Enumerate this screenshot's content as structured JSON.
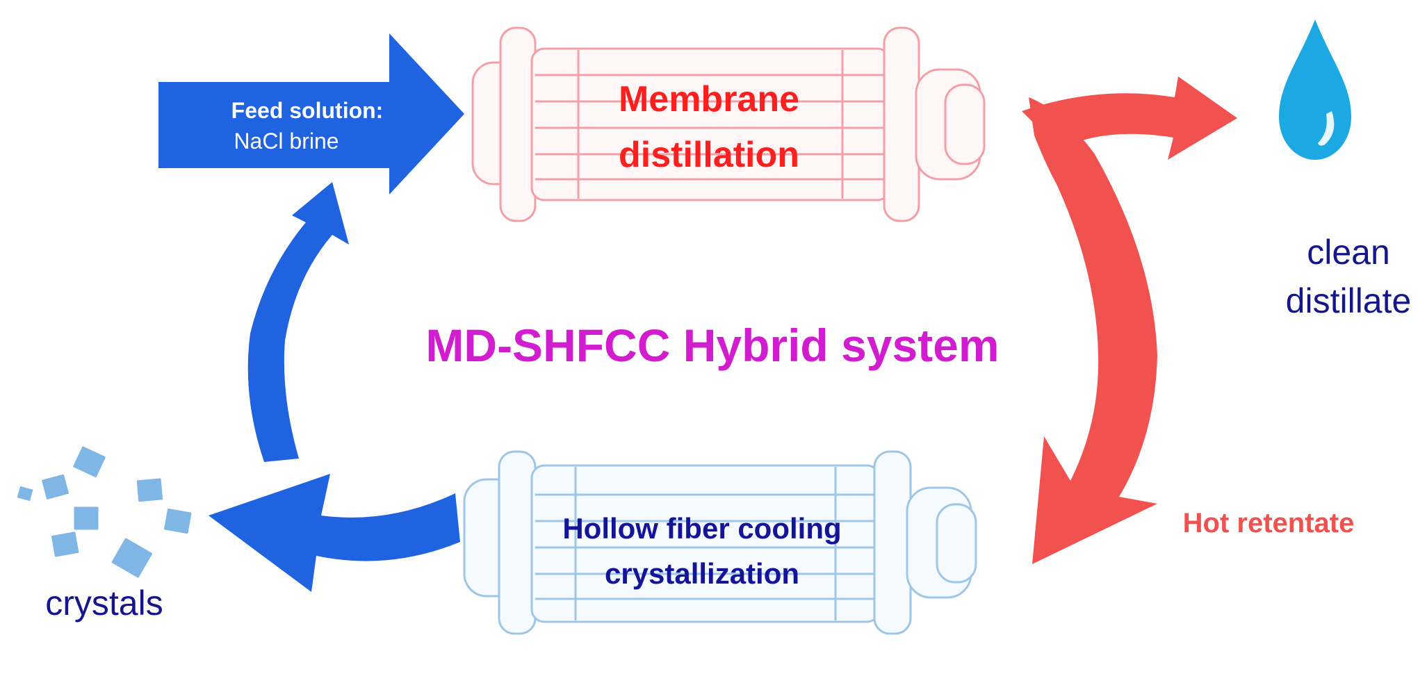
{
  "colors": {
    "blue_arrow": "#1F63E0",
    "red_arrow": "#F2524F",
    "md_module_stroke": "#F2A0A8",
    "md_module_fill": "#FFF6F7",
    "md_label": "#FF1F1F",
    "hf_module_stroke": "#9FC6E4",
    "hf_module_fill": "#F5FAFE",
    "hf_label": "#14149A",
    "title": "#D21CD0",
    "distillate_label": "#16168C",
    "crystals_label": "#16168C",
    "hot_retentate": "#F2524F",
    "drop": "#1BA8E3",
    "crystal_fill": "#7FB6E6"
  },
  "labels": {
    "feed_line1": "Feed solution:",
    "feed_line2": "NaCl brine",
    "md_line1": "Membrane",
    "md_line2": "distillation",
    "title": "MD-SHFCC Hybrid system",
    "distillate_line1": "clean",
    "distillate_line2": "distillate",
    "hf_line1": "Hollow fiber cooling",
    "hf_line2": "crystallization",
    "hot_retentate": "Hot retentate",
    "crystals": "crystals"
  },
  "icons": {
    "drop": "water-drop-icon",
    "crystals": "salt-crystals-icon"
  }
}
